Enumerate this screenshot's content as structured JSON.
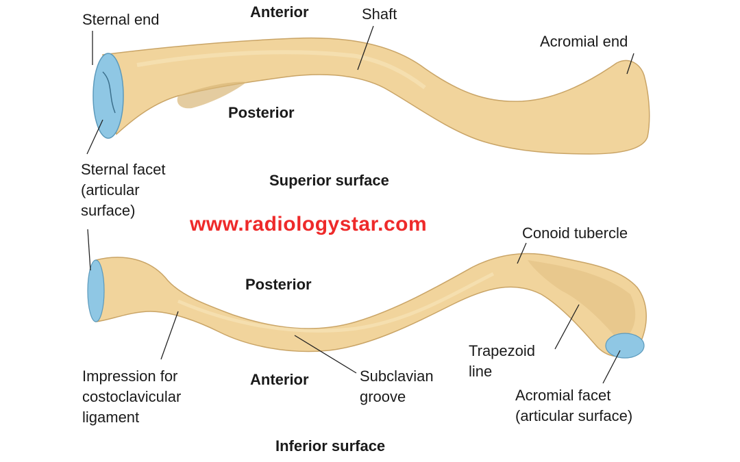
{
  "figure": {
    "watermark": "www.radiologystar.com",
    "colors": {
      "bone": "#f1d49c",
      "bone_shade": "#d9b677",
      "cartilage": "#8fc7e4",
      "label": "#1a1a1a",
      "watermark": "#ee2a2a"
    },
    "superior": {
      "view_label": "Superior surface",
      "anterior": "Anterior",
      "posterior": "Posterior",
      "sternal_end": "Sternal end",
      "shaft": "Shaft",
      "acromial_end": "Acromial end",
      "sternal_facet": "Sternal facet\n(articular\nsurface)"
    },
    "inferior": {
      "view_label": "Inferior surface",
      "posterior": "Posterior",
      "anterior": "Anterior",
      "conoid_tubercle": "Conoid tubercle",
      "impression": "Impression for\ncostoclavicular\nligament",
      "subclavian_groove": "Subclavian\ngroove",
      "trapezoid_line": "Trapezoid\nline",
      "acromial_facet": "Acromial facet\n(articular surface)"
    }
  }
}
